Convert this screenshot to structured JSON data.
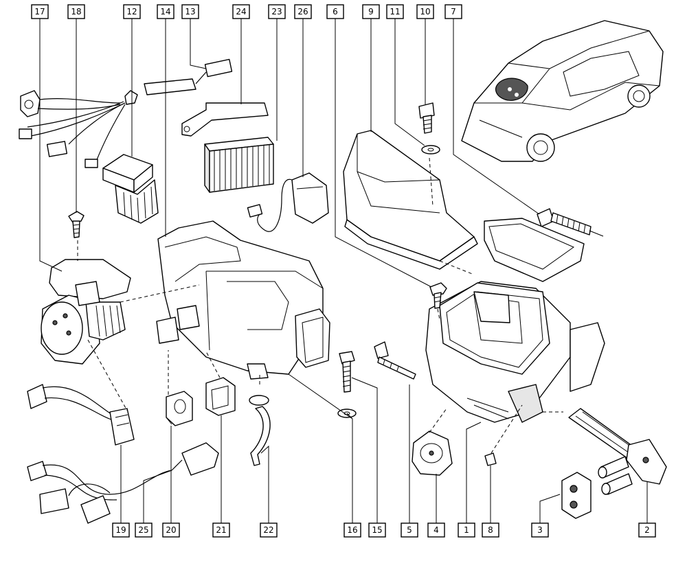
{
  "labels": {
    "l17": "17",
    "l18": "18",
    "l12": "12",
    "l14": "14",
    "l13": "13",
    "l24": "24",
    "l23": "23",
    "l26": "26",
    "l6": "6",
    "l9": "9",
    "l11": "11",
    "l10": "10",
    "l7": "7",
    "l19": "19",
    "l25": "25",
    "l20": "20",
    "l21": "21",
    "l22": "22",
    "l16": "16",
    "l15": "15",
    "l5": "5",
    "l4": "4",
    "l1": "1",
    "l8": "8",
    "l3": "3",
    "l2": "2"
  }
}
